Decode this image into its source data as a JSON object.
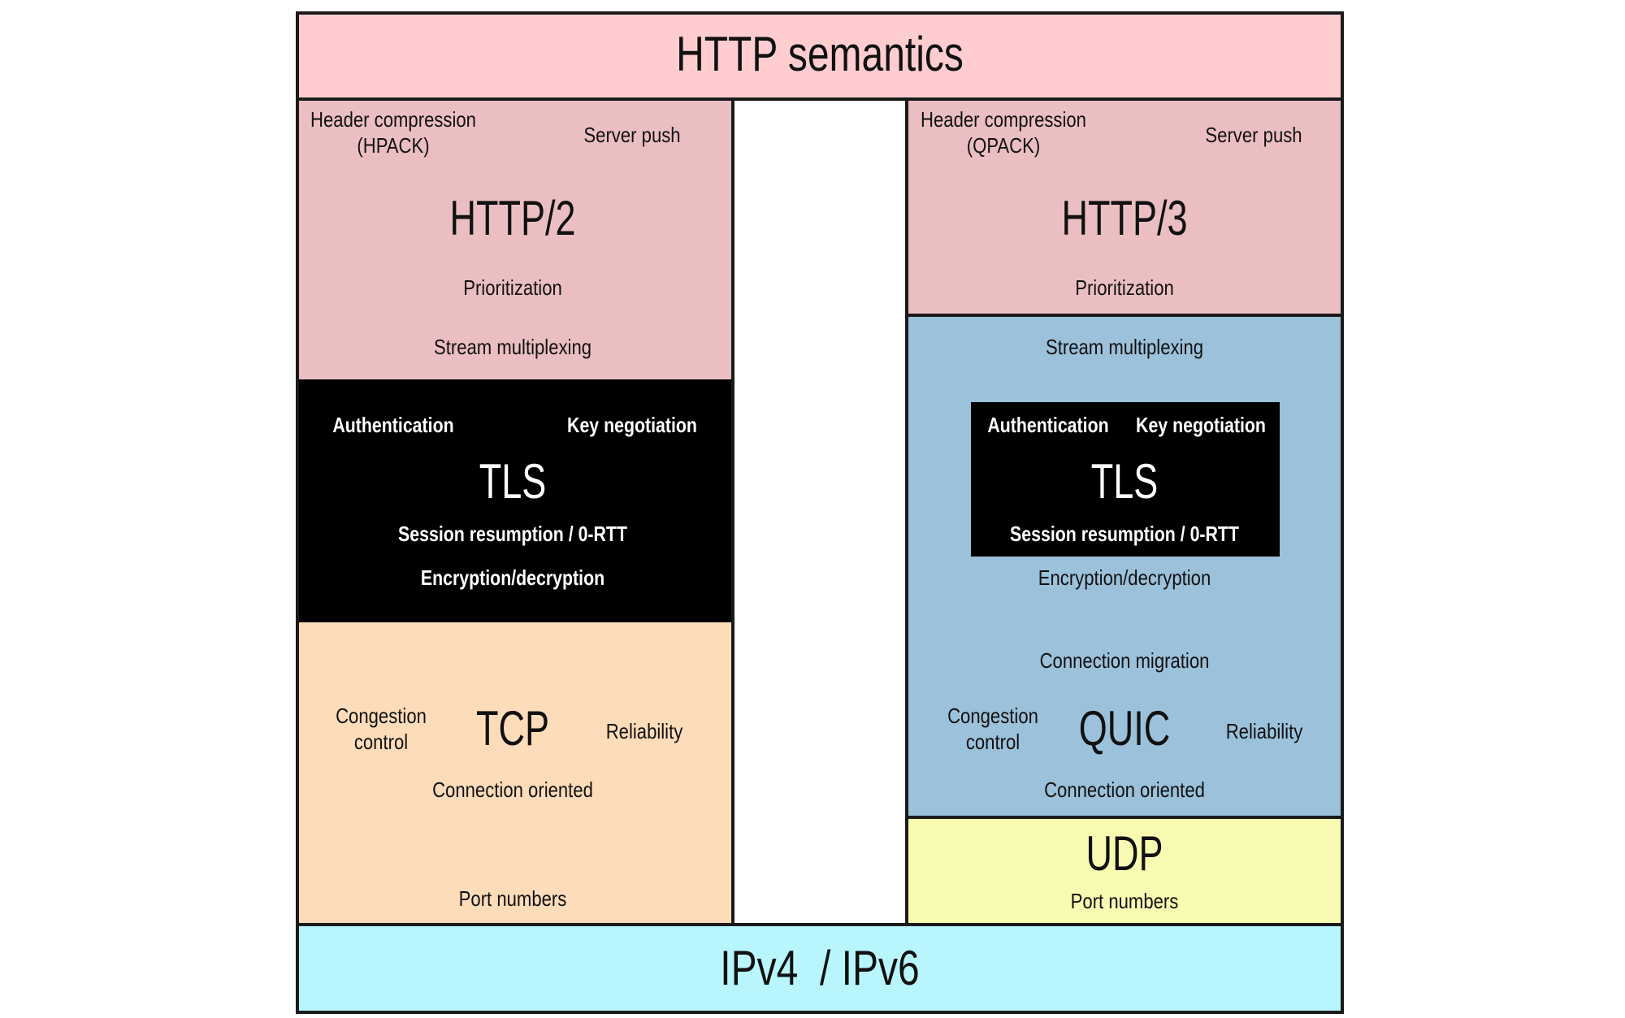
{
  "colors": {
    "http": "#ffcdd0",
    "http_versions": "#ebbfc2",
    "tls": "#000000",
    "tcp": "#fcdcb9",
    "quic": "#9cc1da",
    "udp": "#f9fab2",
    "ip": "#b9f5fd",
    "gap": "#ffffff",
    "border": "#1a1a1a"
  },
  "http_semantics": {
    "title": "HTTP semantics"
  },
  "http2": {
    "header_compression": [
      "Header compression",
      "(HPACK)"
    ],
    "server_push": "Server push",
    "title": "HTTP/2",
    "prioritization": "Prioritization",
    "stream_multiplexing": "Stream multiplexing"
  },
  "tls_left": {
    "authentication": "Authentication",
    "key_negotiation": "Key negotiation",
    "title": "TLS",
    "session_resumption": "Session resumption / 0-RTT",
    "encryption": "Encryption/decryption"
  },
  "tcp": {
    "congestion_control": [
      "Congestion",
      "control"
    ],
    "title": "TCP",
    "reliability": "Reliability",
    "connection_oriented": "Connection oriented",
    "port_numbers": "Port numbers"
  },
  "http3": {
    "header_compression": [
      "Header compression",
      "(QPACK)"
    ],
    "server_push": "Server push",
    "title": "HTTP/3",
    "prioritization": "Prioritization"
  },
  "quic": {
    "stream_multiplexing": "Stream multiplexing",
    "encryption": "Encryption/decryption",
    "connection_migration": "Connection migration",
    "congestion_control": [
      "Congestion",
      "control"
    ],
    "title": "QUIC",
    "reliability": "Reliability",
    "connection_oriented": "Connection oriented"
  },
  "tls_right": {
    "authentication": "Authentication",
    "key_negotiation": "Key negotiation",
    "title": "TLS",
    "session_resumption": "Session resumption / 0-RTT"
  },
  "udp": {
    "title": "UDP",
    "port_numbers": "Port numbers"
  },
  "ip": {
    "title": "IPv4  / IPv6"
  }
}
